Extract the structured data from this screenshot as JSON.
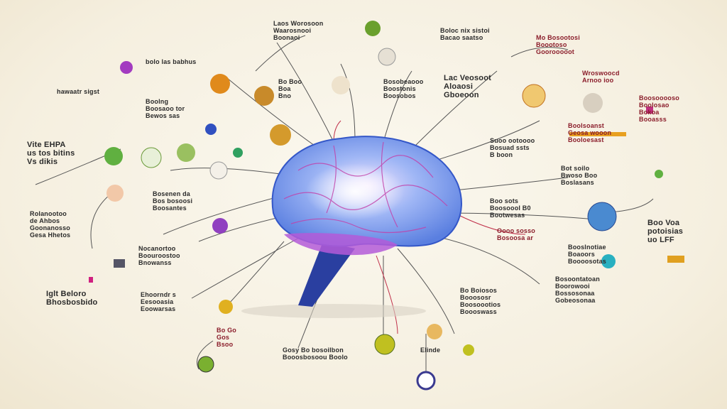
{
  "title": "Brain mind map",
  "colors": {
    "background": "#f6f0e2",
    "brain_blue": "#5a7fe0",
    "brain_purple": "#b45ad8",
    "line": "#555555",
    "accent_red": "#c0304a"
  },
  "labels": [
    "Vite EHPA\nus tos bitins\nVs dikis",
    "bolo las babhus",
    "hawaatr sigst",
    "Boolng\nBoosaoo tor\nBewos sas",
    "Bosenen da\nBos bosoosi\nBoosantes",
    "Rolanootoo\nde Ahbos\nGoonanosso\nGesa Hhetos",
    "Nocanortoo\nBoouroostoo\nBnowanss",
    "Ehoorndr s\nEesooasia\nEoowarsas",
    "Iglt Beloro\nBhosbosbido",
    "Boloc nix sistoi\nBacao saatso",
    "Laos Worosoon\nWaarosnooi\nBoonaoi",
    "Bo Boo\nBoa\nBno",
    "Bosobeaooo\nBoostonis\nBoosobos",
    "Lac Veosoot\nAloaosi\nGboeoon",
    "Mo Bosootosi\nBoootoso\nGoorooooot",
    "Wroswoocd\nArnoo ioo",
    "Boosooooso\nBoolosao\nBokoa\nBooasss",
    "Suoo ootoooo\nBosuad ssts\nB boon",
    "Boolsoanst\nGeosa wooon\nBooloesast",
    "Bot soilo\nBwoso Boo\nBoslasans",
    "Boo sots\nBoosoool B0\nBootwesas",
    "Oooo sosso\nBosoosa ar",
    "Boo Voa\npotoisias\nuo LFF",
    "Booslnotiae\nBoaoors\nBoooosotas",
    "Bosoontatoan\nBoorowooi\nBossosonaa\nGobeosonaa",
    "Bo Boiosos\nBooososr\nBoosoootios\nBoooswass",
    "Gosy  Bo bosoilbon\nBooosbosoou Boolo",
    "Elinde",
    "Bo Go\nGos\nBsoo"
  ]
}
